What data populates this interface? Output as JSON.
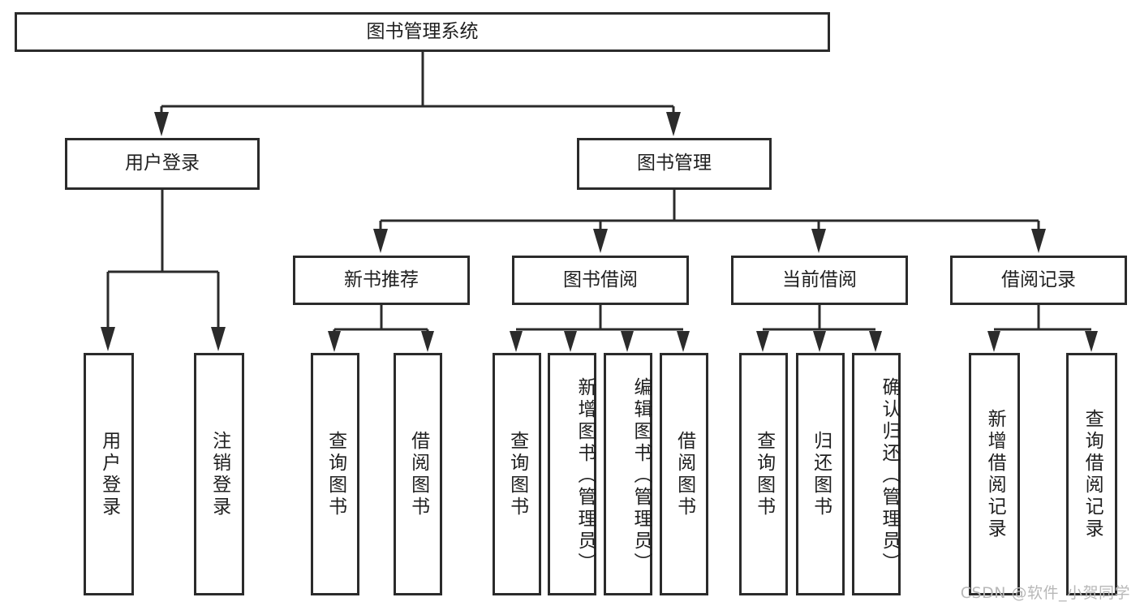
{
  "diagram": {
    "kind": "tree-hierarchy-chart",
    "title": "图书管理系统",
    "colors": {
      "box_fill": "#ffffff",
      "box_stroke": "#2b2b2b",
      "text": "#1f1f1f",
      "background": "#ffffff",
      "watermark": "#b8b8b8"
    },
    "nodes": {
      "root": {
        "label": "图书管理系统"
      },
      "level2": [
        {
          "id": "user-login",
          "label": "用户登录"
        },
        {
          "id": "book-management",
          "label": "图书管理"
        }
      ],
      "level3": [
        {
          "id": "new-book-recommend",
          "label": "新书推荐"
        },
        {
          "id": "book-borrow",
          "label": "图书借阅"
        },
        {
          "id": "current-borrow",
          "label": "当前借阅"
        },
        {
          "id": "borrow-record",
          "label": "借阅记录"
        }
      ],
      "leaves": {
        "user-login": [
          {
            "id": "leaf-user-login",
            "label": "用户登录"
          },
          {
            "id": "leaf-logout-login",
            "label": "注销登录"
          }
        ],
        "new-book-recommend": [
          {
            "id": "leaf-query-book-1",
            "label": "查询图书"
          },
          {
            "id": "leaf-borrow-book-1",
            "label": "借阅图书"
          }
        ],
        "book-borrow": [
          {
            "id": "leaf-query-book-2",
            "label": "查询图书"
          },
          {
            "id": "leaf-add-book",
            "label": "新增图书（管理员）"
          },
          {
            "id": "leaf-edit-book",
            "label": "编辑图书（管理员）"
          },
          {
            "id": "leaf-borrow-book-2",
            "label": "借阅图书"
          }
        ],
        "current-borrow": [
          {
            "id": "leaf-query-book-3",
            "label": "查询图书"
          },
          {
            "id": "leaf-return-book",
            "label": "归还图书"
          },
          {
            "id": "leaf-confirm-return",
            "label": "确认归还（管理员）"
          }
        ],
        "borrow-record": [
          {
            "id": "leaf-add-record",
            "label": "新增借阅记录"
          },
          {
            "id": "leaf-query-record",
            "label": "查询借阅记录"
          }
        ]
      }
    },
    "watermark": "CSDN @软件_小贺同学"
  }
}
